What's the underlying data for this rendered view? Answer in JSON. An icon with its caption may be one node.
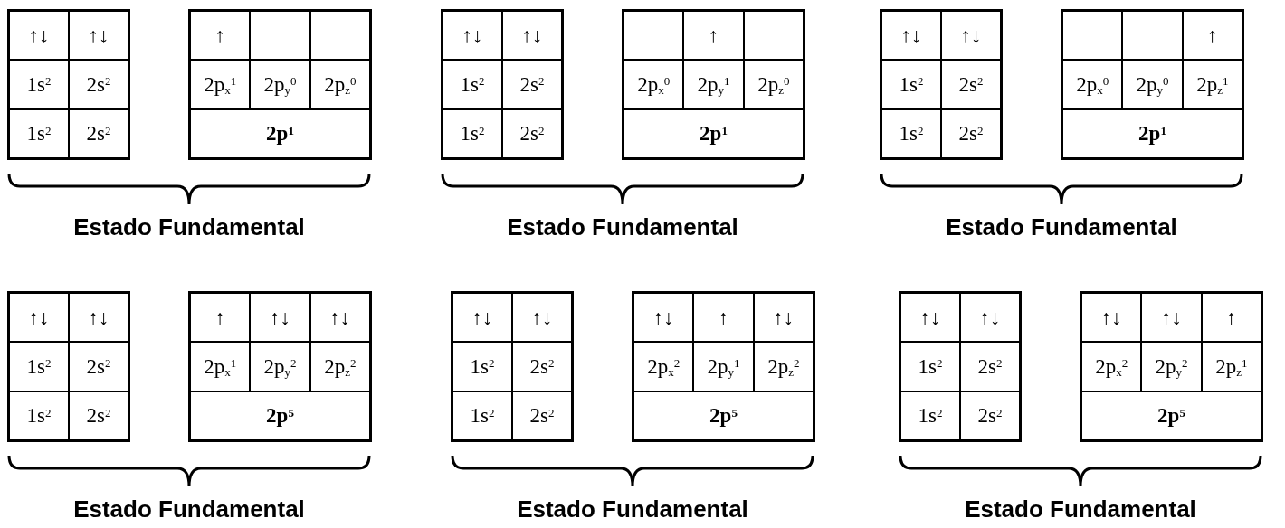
{
  "diagram": {
    "nodes": [
      {
        "text": [],
        "shape": "box"
      },
      {
        "text": [
          "↑↓"
        ],
        "in": 0
      },
      {
        "text": [
          "↑↓"
        ],
        "in": 0
      },
      {
        "text": [
          "1s$^{2}$"
        ],
        "in": 0
      },
      {
        "text": [
          "2s$^{2}$"
        ],
        "in": 0
      },
      {
        "text": [
          "1s$^{2}$"
        ],
        "in": 0
      },
      {
        "text": [
          "2s$^{2}$"
        ],
        "in": 0
      },
      {
        "text": [],
        "shape": "box"
      },
      {
        "text": [
          "↑"
        ],
        "in": 7
      },
      {
        "text": [],
        "shape": "box",
        "in": 7
      },
      {
        "text": [],
        "shape": "box",
        "in": 7
      },
      {
        "text": [
          "2p$_{x}$$^{1}$"
        ],
        "in": 7
      },
      {
        "text": [
          "2p$_{y}$$^{0}$"
        ],
        "in": 7
      },
      {
        "text": [
          "2p$_{z}$$^{0}$"
        ],
        "in": 7
      },
      {
        "text": [
          "2p$^{1}$"
        ],
        "in": 7
      },
      {
        "text": [],
        "shape": "box"
      },
      {
        "text": [
          "↑↓"
        ],
        "in": 15
      },
      {
        "text": [
          "↑↓"
        ],
        "in": 15
      },
      {
        "text": [
          "1s$^{2}$"
        ],
        "in": 15
      },
      {
        "text": [
          "2s$^{2}$"
        ],
        "in": 15
      },
      {
        "text": [
          "1s$^{2}$"
        ],
        "in": 15
      },
      {
        "text": [
          "2s$^{2}$"
        ],
        "in": 15
      },
      {
        "text": [],
        "shape": "box"
      },
      {
        "text": [],
        "shape": "box",
        "in": 22
      },
      {
        "text": [
          "↑"
        ],
        "in": 22
      },
      {
        "text": [],
        "shape": "box",
        "in": 22
      },
      {
        "text": [
          "2p$_{x}$$^{0}$"
        ],
        "in": 22
      },
      {
        "text": [
          "2p$_{y}$$^{1}$"
        ],
        "in": 22
      },
      {
        "text": [
          "2p$_{z}$$^{0}$"
        ],
        "in": 22
      },
      {
        "text": [
          "2p$^{1}$"
        ],
        "in": 22
      },
      {
        "text": [],
        "shape": "box"
      },
      {
        "text": [
          "↑↓"
        ],
        "in": 30
      },
      {
        "text": [
          "↑↓"
        ],
        "in": 30
      },
      {
        "text": [
          "1s$^{2}$"
        ],
        "in": 30
      },
      {
        "text": [
          "2s$^{2}$"
        ],
        "in": 30
      },
      {
        "text": [
          "1s$^{2}$"
        ],
        "in": 30
      },
      {
        "text": [
          "2s$^{2}$"
        ],
        "in": 30
      },
      {
        "text": [],
        "shape": "box"
      },
      {
        "text": [],
        "shape": "box",
        "in": 37
      },
      {
        "text": [],
        "shape": "box",
        "in": 37
      },
      {
        "text": [
          "↑"
        ],
        "in": 37
      },
      {
        "text": [
          "2p$_{x}$$^{0}$"
        ],
        "in": 37
      },
      {
        "text": [
          "2p$_{y}$$^{0}$"
        ],
        "in": 37
      },
      {
        "text": [
          "2p$_{z}$$^{1}$"
        ],
        "in": 37
      },
      {
        "text": [
          "2p$^{1}$"
        ],
        "in": 37
      },
      {
        "text": [],
        "shape": "box"
      },
      {
        "text": [
          "↑↓"
        ],
        "in": 45
      },
      {
        "text": [
          "↑↓"
        ],
        "in": 45
      },
      {
        "text": [
          "1s$^{2}$"
        ],
        "in": 45
      },
      {
        "text": [
          "2s$^{2}$"
        ],
        "in": 45
      },
      {
        "text": [
          "1s$^{2}$"
        ],
        "in": 45
      },
      {
        "text": [
          "2s$^{2}$"
        ],
        "in": 45
      },
      {
        "text": [],
        "shape": "box"
      },
      {
        "text": [
          "↑"
        ],
        "in": 52
      },
      {
        "text": [
          "↑↓"
        ],
        "in": 52
      },
      {
        "text": [
          "↑↓"
        ],
        "in": 52
      },
      {
        "text": [
          "2p$_{x}$$^{1}$"
        ],
        "in": 52
      },
      {
        "text": [
          "2p$_{y}$$^{2}$"
        ],
        "in": 52
      },
      {
        "text": [
          "2p$_{z}$$^{2}$"
        ],
        "in": 52
      },
      {
        "text": [
          "2p$^{5}$"
        ],
        "in": 52
      },
      {
        "text": [],
        "shape": "box"
      },
      {
        "text": [
          "↑↓"
        ],
        "in": 60
      },
      {
        "text": [
          "↑↓"
        ],
        "in": 60
      },
      {
        "text": [
          "1s$^{2}$"
        ],
        "in": 60
      },
      {
        "text": [
          "2s$^{2}$"
        ],
        "in": 60
      },
      {
        "text": [
          "1s$^{2}$"
        ],
        "in": 60
      },
      {
        "text": [
          "2s$^{2}$"
        ],
        "in": 60
      },
      {
        "text": [],
        "shape": "box"
      },
      {
        "text": [
          "↑↓"
        ],
        "in": 67
      },
      {
        "text": [
          "↑"
        ],
        "in": 67
      },
      {
        "text": [
          "↑↓"
        ],
        "in": 67
      },
      {
        "text": [
          "2p$_{x}$$^{2}$"
        ],
        "in": 67
      },
      {
        "text": [
          "2p$_{y}$$^{1}$"
        ],
        "in": 67
      },
      {
        "text": [
          "2p$_{z}$$^{2}$"
        ],
        "in": 67
      },
      {
        "text": [
          "2p$^{5}$"
        ],
        "in": 67
      },
      {
        "text": [],
        "shape": "box"
      },
      {
        "text": [
          "↑↓"
        ],
        "in": 75
      },
      {
        "text": [
          "↑↓"
        ],
        "in": 75
      },
      {
        "text": [
          "1s$^{2}$"
        ],
        "in": 75
      },
      {
        "text": [
          "2s$^{2}$"
        ],
        "in": 75
      },
      {
        "text": [
          "1s$^{2}$"
        ],
        "in": 75
      },
      {
        "text": [
          "2s$^{2}$"
        ],
        "in": 75
      },
      {
        "text": [],
        "shape": "box"
      },
      {
        "text": [
          "↑↓"
        ],
        "in": 82
      },
      {
        "text": [
          "↑↓"
        ],
        "in": 82
      },
      {
        "text": [
          "↑"
        ],
        "in": 82
      },
      {
        "text": [
          "2p$_{x}$$^{2}$"
        ],
        "in": 82
      },
      {
        "text": [
          "2p$_{y}$$^{2}$"
        ],
        "in": 82
      },
      {
        "text": [
          "2p$_{z}$$^{1}$"
        ],
        "in": 82
      },
      {
        "text": [
          "2p$^{5}$"
        ],
        "in": 82
      }
    ],
    "labels": [
      "Estado Fundamental",
      "Estado Fundamental",
      "Estado Fundamental",
      "Estado Fundamental",
      "Estado Fundamental",
      "Estado Fundamental"
    ]
  }
}
